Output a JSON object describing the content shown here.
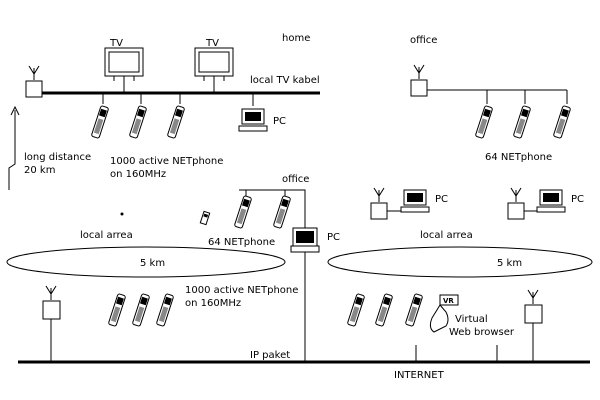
{
  "labels": {
    "tv1": "TV",
    "tv2": "TV",
    "home": "home",
    "office_top": "office",
    "local_tv_kabel": "local TV kabel",
    "pc_home": "PC",
    "long_distance_1": "long distance",
    "long_distance_2": "20 km",
    "active_top_1": "1000 active NETphone",
    "active_top_2": "on 160MHz",
    "netphone_64_top": "64 NETphone",
    "office_mid": "office",
    "pc_office": "PC",
    "pc_right_1": "PC",
    "pc_right_2": "PC",
    "netphone_64_mid": "64 NETphone",
    "local_area_left": "local arrea",
    "local_area_right": "local arrea",
    "km_left": "5 km",
    "km_right": "5 km",
    "active_bottom_1": "1000 active NETphone",
    "active_bottom_2": "on 160MHz",
    "vr_badge": "VR",
    "virtual_1": "Virtual",
    "virtual_2": "Web browser",
    "ip_paket": "IP paket",
    "internet": "INTERNET"
  }
}
